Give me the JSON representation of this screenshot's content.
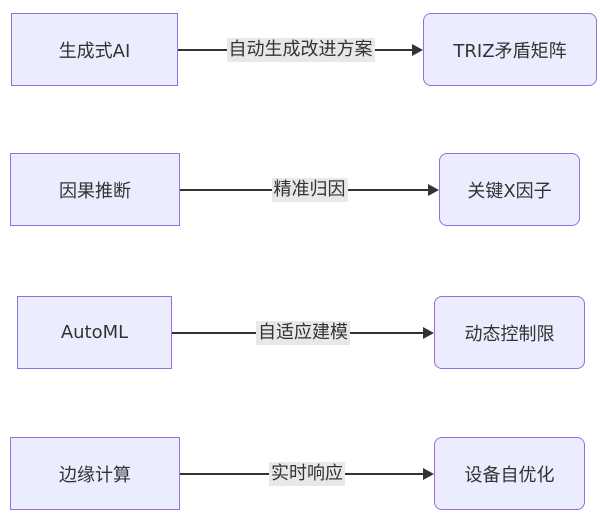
{
  "diagram": {
    "type": "flowchart-LR",
    "colors": {
      "node_fill": "#ECECFF",
      "node_border": "#9370DB",
      "edge_line": "#333333",
      "edge_label_background": "#e8e8e8",
      "text": "#333333",
      "background": "#ffffff"
    },
    "rows": [
      {
        "source": "生成式AI",
        "label": "自动生成改进方案",
        "target": "TRIZ矛盾矩阵"
      },
      {
        "source": "因果推断",
        "label": "精准归因",
        "target": "关键X因子"
      },
      {
        "source": "AutoML",
        "label": "自适应建模",
        "target": "动态控制限"
      },
      {
        "source": "边缘计算",
        "label": "实时响应",
        "target": "设备自优化"
      }
    ]
  }
}
